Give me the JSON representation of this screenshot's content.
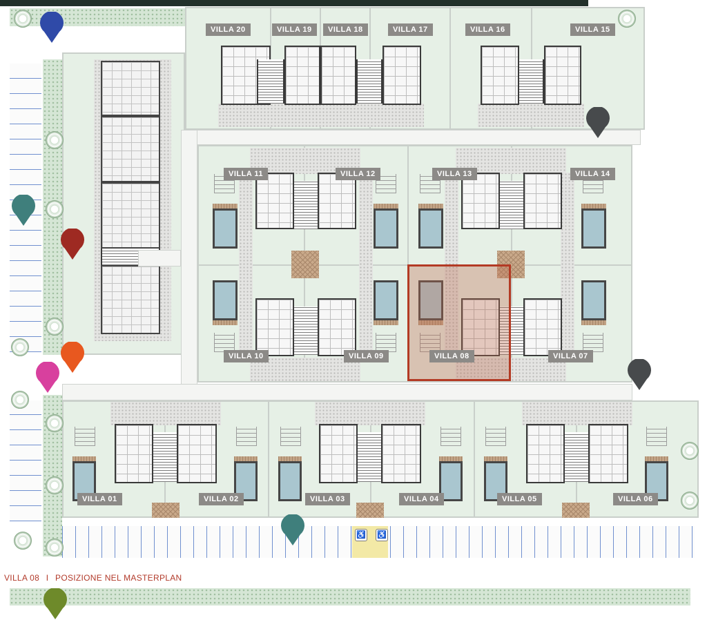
{
  "caption": {
    "villa": "VILLA 08",
    "separator": "I",
    "text": "POSIZIONE NEL MASTERPLAN"
  },
  "villas": {
    "v01": "VILLA 01",
    "v02": "VILLA 02",
    "v03": "VILLA 03",
    "v04": "VILLA 04",
    "v05": "VILLA 05",
    "v06": "VILLA 06",
    "v07": "VILLA 07",
    "v08": "VILLA 08",
    "v09": "VILLA 09",
    "v10": "VILLA 10",
    "v11": "VILLA 11",
    "v12": "VILLA 12",
    "v13": "VILLA 13",
    "v14": "VILLA 14",
    "v15": "VILLA 15",
    "v16": "VILLA 16",
    "v17": "VILLA 17",
    "v18": "VILLA 18",
    "v19": "VILLA 19",
    "v20": "VILLA 20"
  },
  "highlighted_villa": "VILLA 08",
  "colors": {
    "highlight": "#b33a24",
    "pin_blue": "#2f4aa8",
    "pin_teal": "#3f7f7c",
    "pin_red": "#9e2a22",
    "pin_orange": "#e8581f",
    "pin_magenta": "#d8409e",
    "pin_charcoal": "#474a4c",
    "pin_olive": "#6e8a2a"
  },
  "pins": [
    "pin_blue",
    "pin_teal",
    "pin_red",
    "pin_orange",
    "pin_magenta",
    "pin_charcoal",
    "pin_charcoal",
    "pin_teal",
    "pin_olive"
  ],
  "icons": [
    "map-pin-icon",
    "accessible-parking-icon",
    "tree-icon"
  ]
}
